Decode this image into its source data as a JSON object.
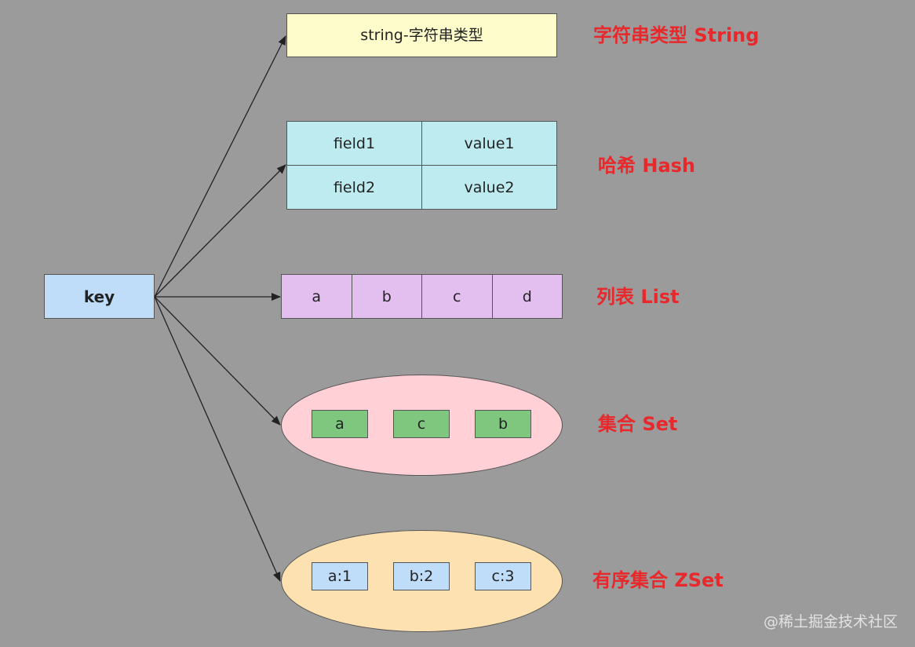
{
  "key": {
    "label": "key"
  },
  "string_box": {
    "text": "string-字符串类型",
    "label": "字符串类型 String"
  },
  "hash": {
    "rows": [
      {
        "field": "field1",
        "value": "value1"
      },
      {
        "field": "field2",
        "value": "value2"
      }
    ],
    "label": "哈希 Hash"
  },
  "list": {
    "items": [
      "a",
      "b",
      "c",
      "d"
    ],
    "label": "列表 List"
  },
  "set": {
    "members": [
      "a",
      "c",
      "b"
    ],
    "label": "集合 Set"
  },
  "zset": {
    "members": [
      "a:1",
      "b:2",
      "c:3"
    ],
    "label": "有序集合 ZSet"
  },
  "watermark": "@稀土掘金技术社区",
  "colors": {
    "background": "#9b9b9b",
    "key_fill": "#bfdcf8",
    "string_fill": "#fefccb",
    "hash_fill": "#bdebf0",
    "list_fill": "#e3bff0",
    "set_fill": "#ffd0d6",
    "set_member_fill": "#7fc77f",
    "zset_fill": "#fee1b0",
    "zset_member_fill": "#bfdcf8",
    "label_red": "#e8282b"
  }
}
